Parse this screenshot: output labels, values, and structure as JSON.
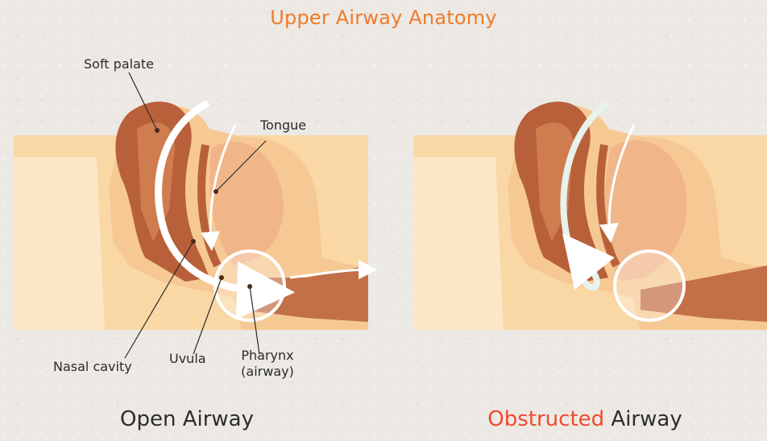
{
  "title": "Upper Airway Anatomy",
  "labels": {
    "soft_palate": "Soft palate",
    "tongue": "Tongue",
    "nasal_cavity": "Nasal cavity",
    "uvula": "Uvula",
    "pharynx_line1": "Pharynx",
    "pharynx_line2": "(airway)"
  },
  "captions": {
    "left": "Open Airway",
    "right_highlight": "Obstructed",
    "right_rest": " Airway"
  },
  "colors": {
    "title": "#f07a2a",
    "highlight": "#f04a2c",
    "skin": "#f9d8a6",
    "tissue_dark": "#b8603a",
    "tissue_mid": "#cf7c4f",
    "tongue": "#f0b68a",
    "airflow": "#ffffff"
  }
}
